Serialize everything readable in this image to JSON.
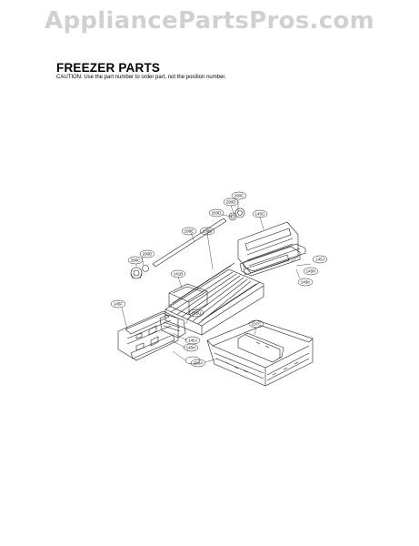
{
  "watermark": "AppliancePartsPros.com",
  "header": {
    "title": "FREEZER PARTS",
    "caution": "CAUTION: Use the part number to order part, not the position number."
  },
  "callouts": {
    "c290C": "290C",
    "c290D": "290D",
    "c293D": "293D",
    "c145G": "145G",
    "c290E": "290E",
    "c290D2": "290D",
    "c290C2": "290C",
    "c138B": "138B",
    "c145J": "145J",
    "c145H": "145H",
    "c145K": "145K",
    "c141B": "141B",
    "c145F": "145F",
    "c145U": "145U",
    "c145J2": "145J",
    "c145H2": "145H",
    "c237C": "237C",
    "c150A": "150A"
  }
}
